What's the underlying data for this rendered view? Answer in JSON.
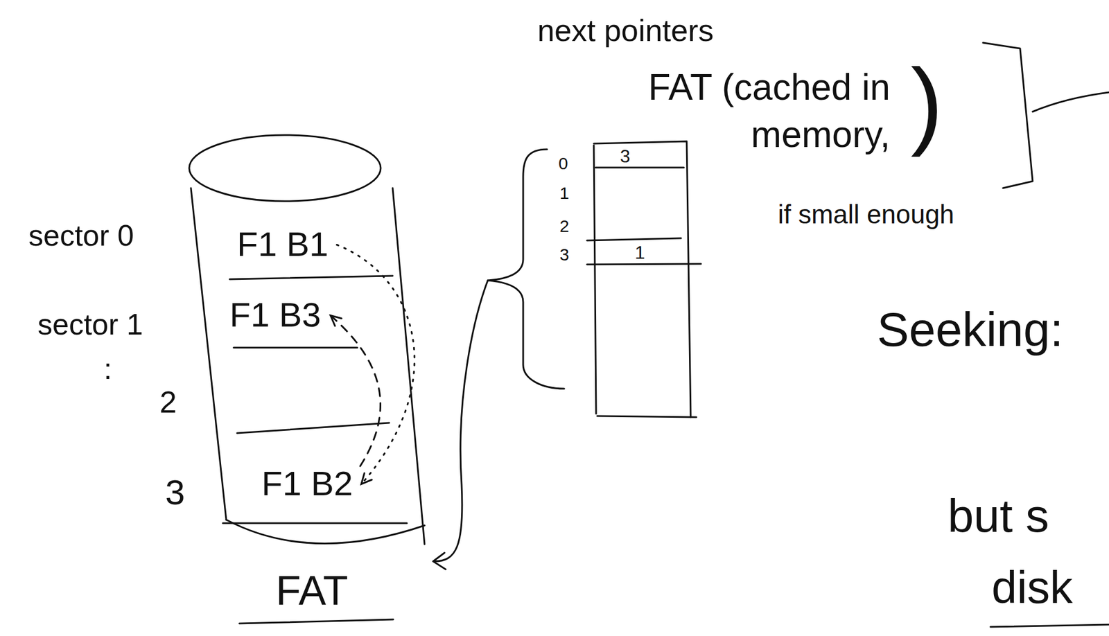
{
  "diagram": {
    "nodes": [
      {
        "text": [
          "F1 B1"
        ]
      },
      {
        "text": [
          "F1 B3"
        ]
      },
      {
        "text": [
          "F1 B2"
        ]
      },
      {
        "text": [
          "3"
        ]
      },
      {
        "text": [
          "1"
        ]
      }
    ],
    "edges": [
      {
        "from": 0,
        "to": 2,
        "arrow": "to"
      },
      {
        "from": 2,
        "to": 1,
        "arrow": "to"
      }
    ],
    "labels": [
      "next pointers",
      "FAT (cached in memory,",
      ")",
      "if small enough",
      "sector 0",
      "sector 1",
      ":",
      "2",
      "3",
      "FAT",
      "0",
      "1",
      "2",
      "3",
      "Seeking:",
      "but s",
      "disk"
    ]
  }
}
